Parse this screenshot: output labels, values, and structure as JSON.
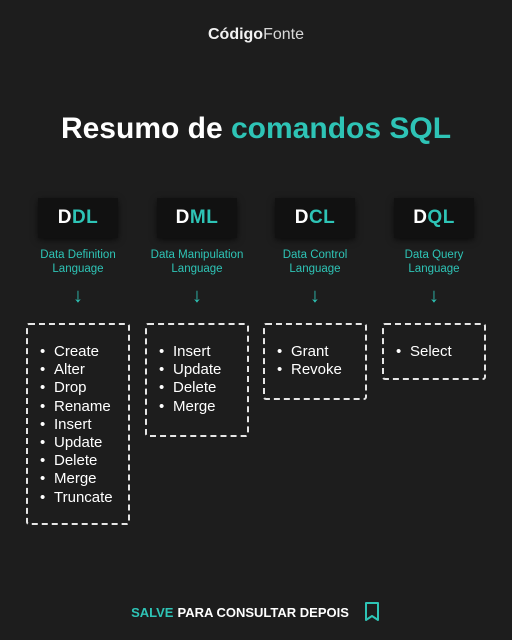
{
  "brand": {
    "part1": "Código",
    "part2": "Fonte"
  },
  "headline": {
    "plain": "Resumo de ",
    "accent": "comandos SQL"
  },
  "colors": {
    "accent": "#2ec4b6",
    "background": "#1d1d1d",
    "text": "#ffffff"
  },
  "arrow_glyph": "↓",
  "columns": [
    {
      "tag_a": "D",
      "tag_b": "DL",
      "line1": "Data Definition",
      "line2": "Language",
      "items": [
        "Create",
        "Alter",
        "Drop",
        "Rename",
        "Insert",
        "Update",
        "Delete",
        "Merge",
        "Truncate"
      ]
    },
    {
      "tag_a": "D",
      "tag_b": "ML",
      "line1": "Data Manipulation",
      "line2": "Language",
      "items": [
        "Insert",
        "Update",
        "Delete",
        "Merge"
      ]
    },
    {
      "tag_a": "D",
      "tag_b": "CL",
      "line1": "Data Control",
      "line2": "Language",
      "items": [
        "Grant",
        "Revoke"
      ]
    },
    {
      "tag_a": "D",
      "tag_b": "QL",
      "line1": "Data Query",
      "line2": "Language",
      "items": [
        "Select"
      ]
    }
  ],
  "footer": {
    "part1": "SALVE",
    "part2": "PARA CONSULTAR DEPOIS",
    "icon": "bookmark-icon"
  }
}
